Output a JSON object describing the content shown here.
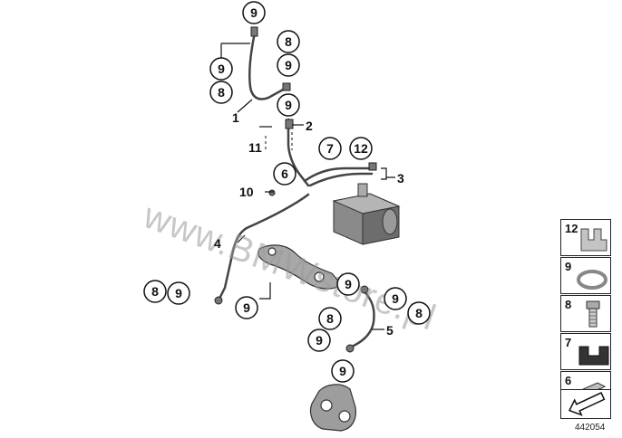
{
  "watermark": "www.BMWstore.pl",
  "diagram_id": "442054",
  "callouts": {
    "c1": "9",
    "c2": "8",
    "c3": "9",
    "c4": "9",
    "c5": "8",
    "c6": "9",
    "c7": "7",
    "c8": "12",
    "c9": "6",
    "c10": "8",
    "c11": "9",
    "c12": "9",
    "c13": "9",
    "c14": "9",
    "c15": "8",
    "c16": "8",
    "c17": "9",
    "c18": "9"
  },
  "labels": {
    "l1": "1",
    "l2": "2",
    "l3": "3",
    "l4": "4",
    "l5": "5",
    "l10": "10",
    "l11": "11"
  },
  "legend": [
    {
      "num": "12",
      "icon": "clip-bracket-icon"
    },
    {
      "num": "9",
      "icon": "sealing-ring-icon"
    },
    {
      "num": "8",
      "icon": "banjo-bolt-icon"
    },
    {
      "num": "7",
      "icon": "rubber-grommet-icon"
    },
    {
      "num": "6",
      "icon": "pipe-clip-icon"
    },
    {
      "num": "",
      "icon": "navigation-arrow-icon"
    }
  ]
}
